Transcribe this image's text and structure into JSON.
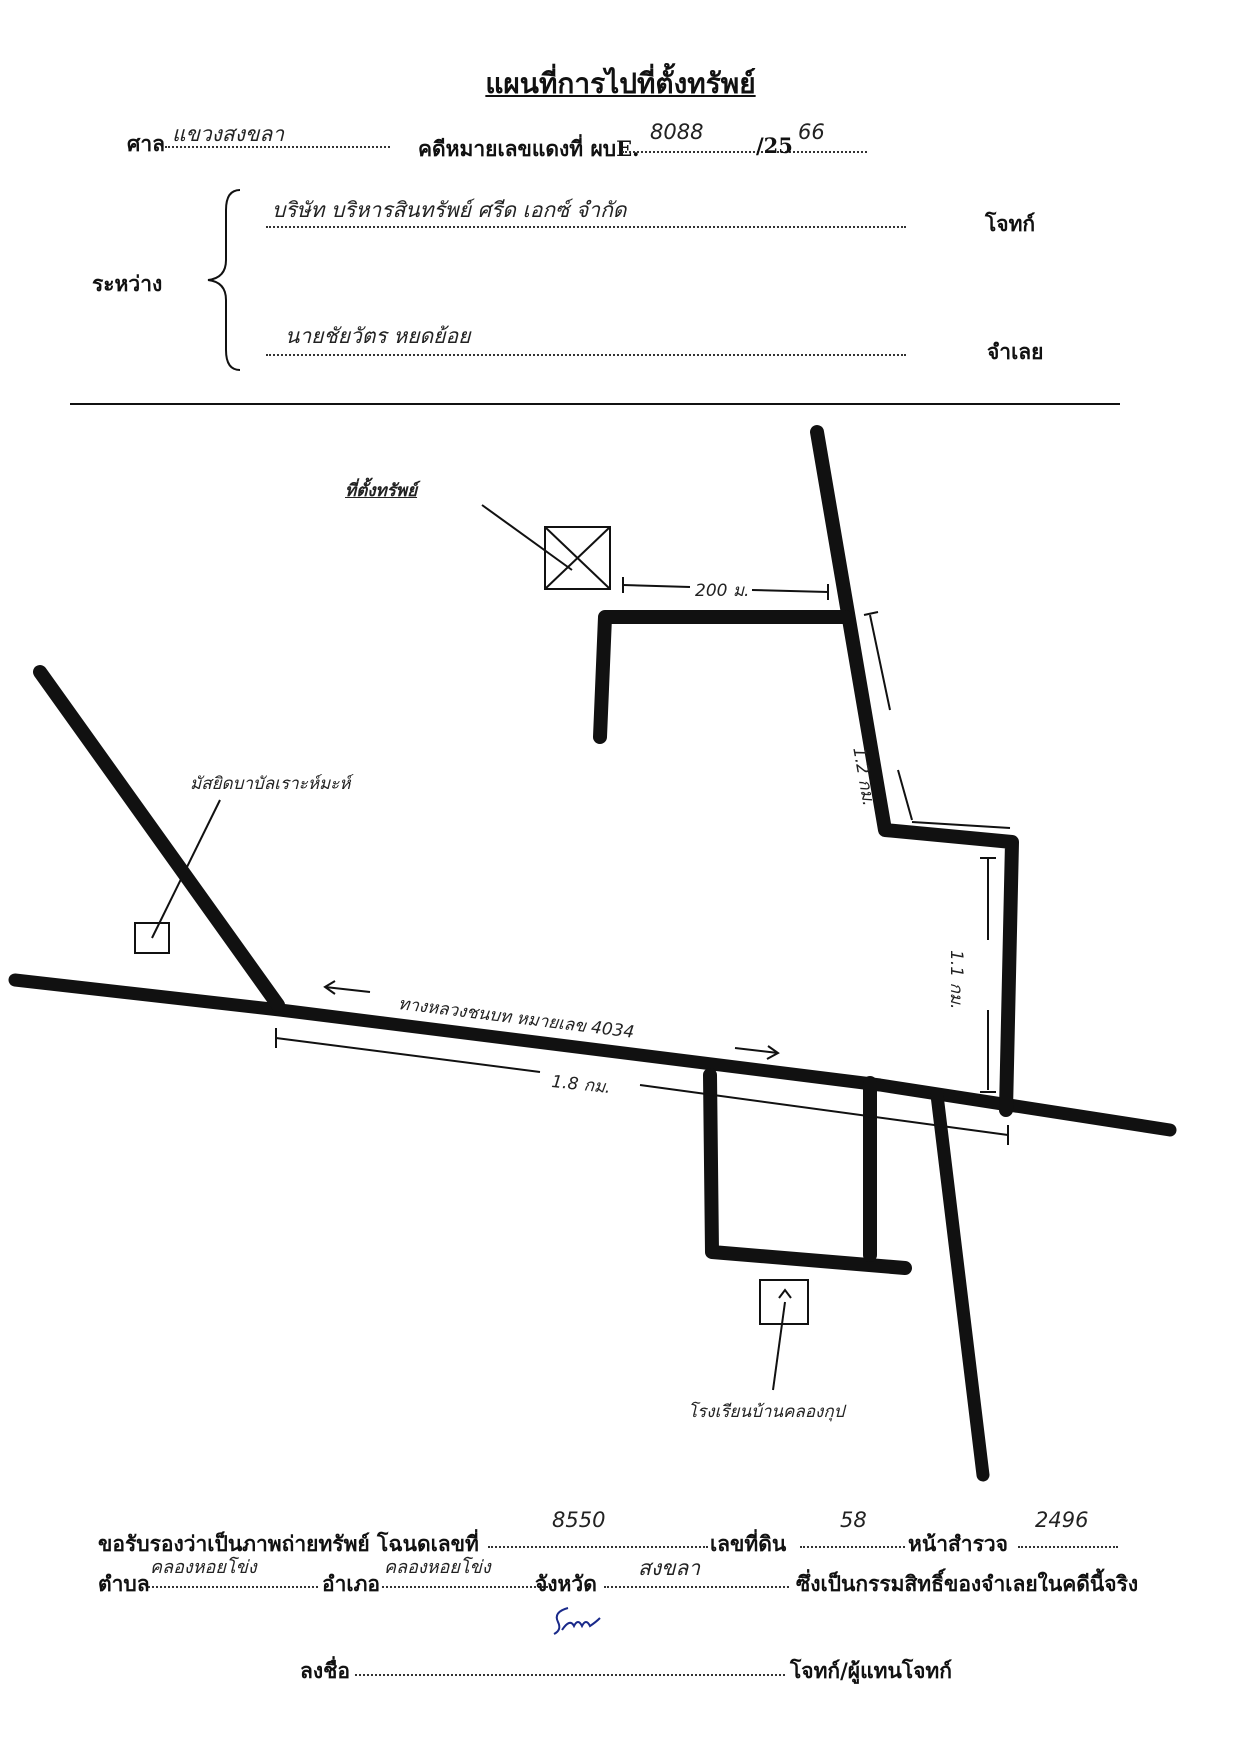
{
  "header": {
    "title": "แผนที่การไปที่ตั้งทรัพย์",
    "court_label": "ศาล",
    "court_value": "แขวงสงขลา",
    "case_label": "คดีหมายเลขแดงที่ ผบE.",
    "case_number": "8088",
    "case_year_prefix": "/25",
    "case_year": "66"
  },
  "parties": {
    "between_label": "ระหว่าง",
    "plaintiff_name": "บริษัท บริหารสินทรัพย์ ศรีด เอกซ์ จำกัด",
    "plaintiff_label": "โจทก์",
    "defendant_name": "นายชัยวัตร หยดย้อย",
    "defendant_label": "จำเลย"
  },
  "map": {
    "property_label": "ที่ตั้งทรัพย์",
    "distance_200m": "200 ม.",
    "distance_12km": "1.2 กม.",
    "distance_11km": "1.1 กม.",
    "road_label": "ทางหลวงชนบท หมายเลข 4034",
    "distance_18km": "1.8 กม.",
    "mosque_label": "มัสยิดบาบัลเราะห์มะห์",
    "school_label": "โรงเรียนบ้านคลองกุป"
  },
  "footer": {
    "certify_label": "ขอรับรองว่าเป็นภาพถ่ายทรัพย์ โฉนดเลขที่",
    "deed_number": "8550",
    "land_number_label": "เลขที่ดิน",
    "land_number": "58",
    "survey_page_label": "หน้าสำรวจ",
    "survey_page": "2496",
    "subdistrict_label": "ตำบล",
    "subdistrict_value": "คลองหอยโข่ง",
    "district_label": "อำเภอ",
    "district_value": "คลองหอยโข่ง",
    "province_label": "จังหวัด",
    "province_value": "สงขลา",
    "ownership_text": "ซึ่งเป็นกรรมสิทธิ์ของจำเลยในคดีนี้จริง",
    "sign_label": "ลงชื่อ",
    "signer_role": "โจทก์/ผู้แทนโจทก์"
  }
}
